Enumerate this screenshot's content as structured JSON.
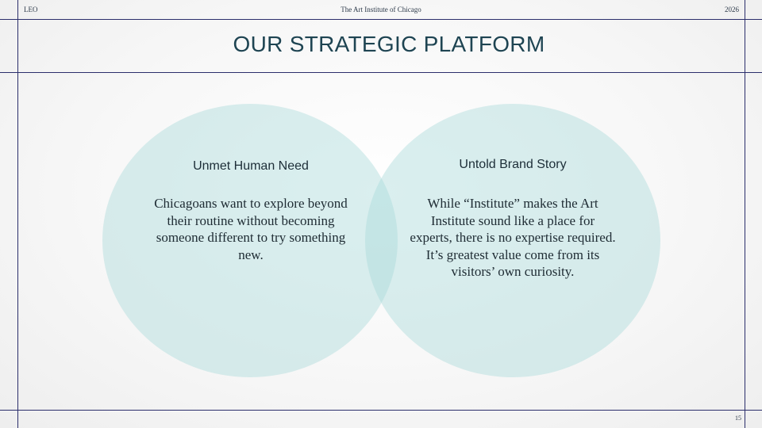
{
  "header": {
    "left_label": "LEO",
    "center_label": "The Art Institute of Chicago",
    "right_label": "2026"
  },
  "slide": {
    "title": "OUR STRATEGIC PLATFORM",
    "page_number": "15"
  },
  "venn": {
    "circle_color": "#a8dad8",
    "left": {
      "heading": "Unmet Human Need",
      "body": "Chicagoans want to explore beyond their routine without becoming someone different to try something new."
    },
    "right": {
      "heading": "Untold Brand Story",
      "body": "While “Institute” makes the Art Institute sound like a place for experts, there is no expertise required. It’s greatest value come from its visitors’ own curiosity."
    }
  },
  "colors": {
    "rule": "#2b2e6b",
    "title": "#1e4452"
  }
}
